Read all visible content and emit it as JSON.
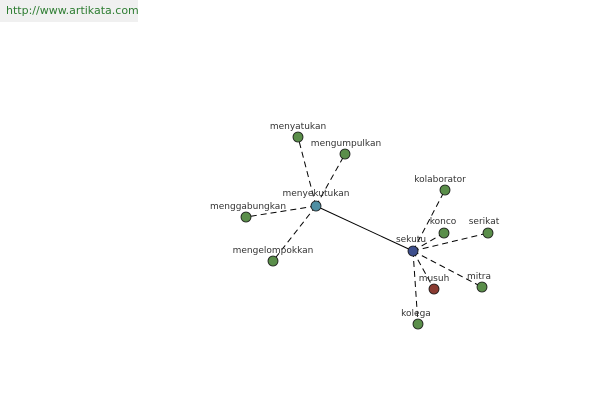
{
  "url": "http://www.artikata.com",
  "colors": {
    "center": "#4f8fa3",
    "hub": "#3d4e8c",
    "synonym": "#5a8e4a",
    "antonym": "#8a3b32"
  },
  "nodes": [
    {
      "id": "menyekutukan",
      "label": "menyekutukan",
      "kind": "center"
    },
    {
      "id": "sekutu",
      "label": "sekutu",
      "kind": "hub"
    },
    {
      "id": "menyatukan",
      "label": "menyatukan",
      "kind": "synonym"
    },
    {
      "id": "mengumpulkan",
      "label": "mengumpulkan",
      "kind": "synonym"
    },
    {
      "id": "menggabungkan",
      "label": "menggabungkan",
      "kind": "synonym"
    },
    {
      "id": "mengelompokkan",
      "label": "mengelompokkan",
      "kind": "synonym"
    },
    {
      "id": "kolaborator",
      "label": "kolaborator",
      "kind": "synonym"
    },
    {
      "id": "konco",
      "label": "konco",
      "kind": "synonym"
    },
    {
      "id": "serikat",
      "label": "serikat",
      "kind": "synonym"
    },
    {
      "id": "musuh",
      "label": "musuh",
      "kind": "antonym"
    },
    {
      "id": "mitra",
      "label": "mitra",
      "kind": "synonym"
    },
    {
      "id": "kolega",
      "label": "kolega",
      "kind": "synonym"
    }
  ],
  "edges": [
    {
      "from": "menyekutukan",
      "to": "sekutu",
      "style": "solid"
    },
    {
      "from": "menyekutukan",
      "to": "menyatukan",
      "style": "dashed"
    },
    {
      "from": "menyekutukan",
      "to": "mengumpulkan",
      "style": "dashed"
    },
    {
      "from": "menyekutukan",
      "to": "menggabungkan",
      "style": "dashed"
    },
    {
      "from": "menyekutukan",
      "to": "mengelompokkan",
      "style": "dashed"
    },
    {
      "from": "sekutu",
      "to": "kolaborator",
      "style": "dashed"
    },
    {
      "from": "sekutu",
      "to": "konco",
      "style": "dashed"
    },
    {
      "from": "sekutu",
      "to": "serikat",
      "style": "dashed"
    },
    {
      "from": "sekutu",
      "to": "musuh",
      "style": "dashed"
    },
    {
      "from": "sekutu",
      "to": "mitra",
      "style": "dashed"
    },
    {
      "from": "sekutu",
      "to": "kolega",
      "style": "dashed"
    }
  ]
}
